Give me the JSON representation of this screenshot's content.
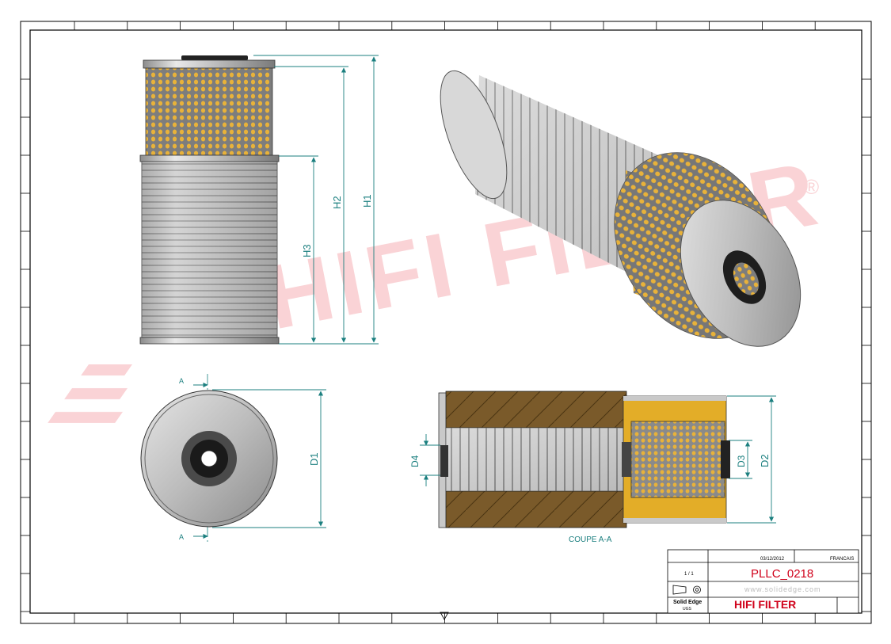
{
  "watermark": {
    "text": "HIFI FILTER",
    "registered": "®",
    "color": "#e63946"
  },
  "dimensions": {
    "h1": "H1",
    "h2": "H2",
    "h3": "H3",
    "d1": "D1",
    "d2": "D2",
    "d3": "D3",
    "d4": "D4",
    "section_marker": "A"
  },
  "section_caption": "COUPE A-A",
  "title_block": {
    "date": "03/12/2012",
    "language": "FRANCAIS",
    "sheet": "1 / 1",
    "part_number": "PLLC_0218",
    "website": "www.solidedge.com",
    "software": "Solid Edge",
    "units": "UGS",
    "company": "HIFI FILTER",
    "company_color": "#d0021b"
  },
  "colors": {
    "dimension": "#1b7f7f",
    "filter_media": "#e8b23a",
    "body_gray": "#c9c9c9",
    "section_brown": "#7a5a2a"
  }
}
